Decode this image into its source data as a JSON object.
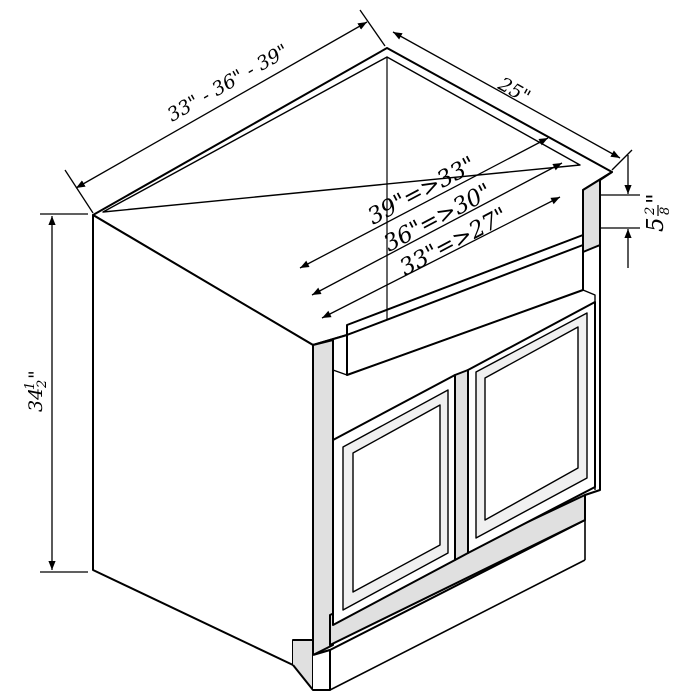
{
  "diagram": {
    "dimensions": {
      "width_range": "33\" - 36\" - 39\"",
      "depth": "25\"",
      "height_whole": "34",
      "height_frac_num": "1",
      "height_frac_den": "2",
      "height_inch": "\"",
      "rail_whole": "5",
      "rail_frac_num": "2",
      "rail_frac_den": "8",
      "rail_inch": "\"",
      "sink_39": "39\"=>33\"",
      "sink_36": "36\"=>30\"",
      "sink_33": "33\"=>27\""
    },
    "colors": {
      "line": "#000000",
      "panel_shade": "#e0e0e0",
      "inner_shade": "#f0f0f0",
      "background": "#ffffff"
    }
  }
}
